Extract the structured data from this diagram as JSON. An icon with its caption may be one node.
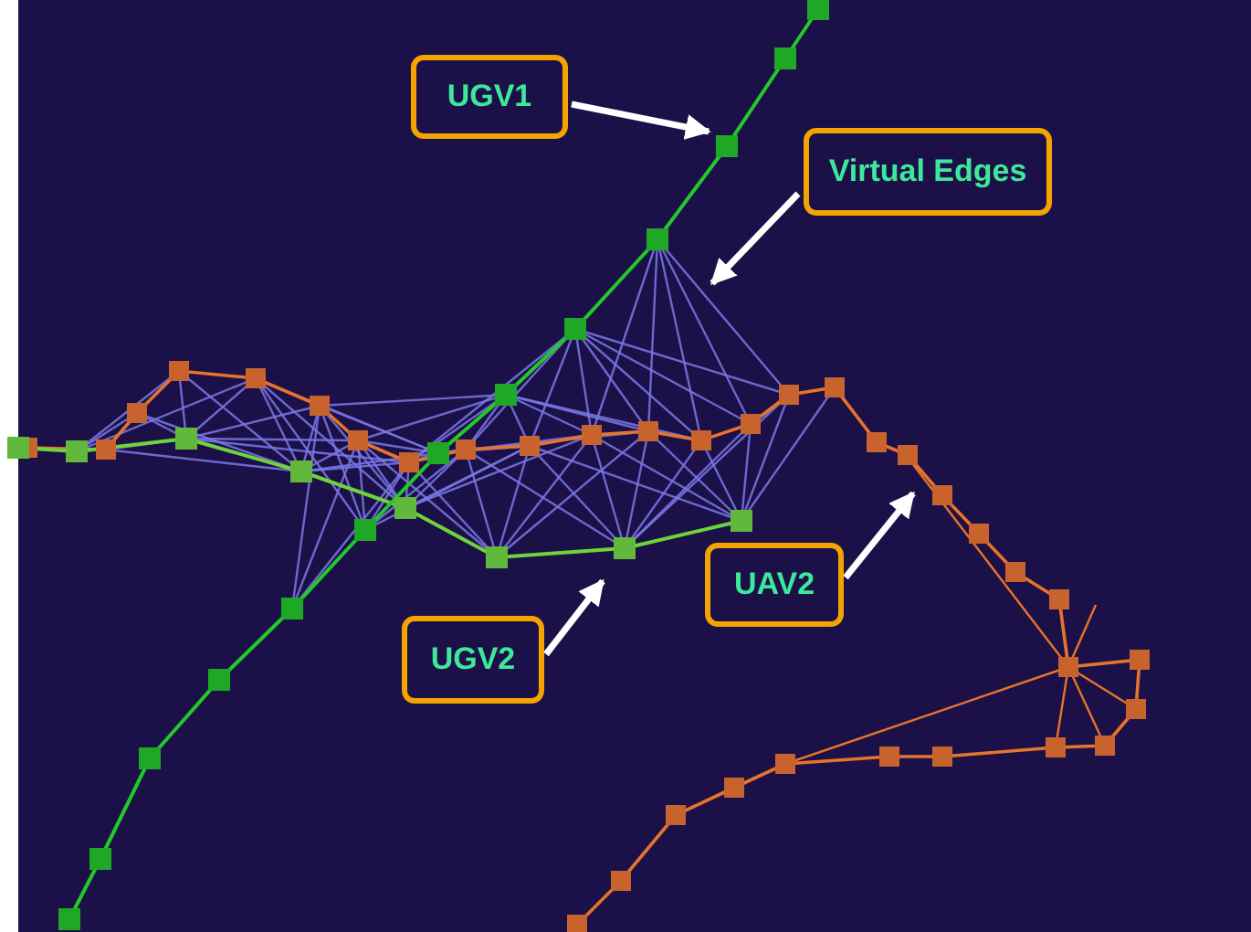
{
  "diagram": {
    "nodes": [
      {
        "text": [
          "UGV1"
        ]
      },
      {
        "text": [
          "Virtual Edges"
        ]
      },
      {
        "text": [
          "UGV2"
        ]
      },
      {
        "text": [
          "UAV2"
        ]
      }
    ],
    "edges": [
      {
        "from": 0,
        "to": null,
        "arrow": "to"
      },
      {
        "from": 1,
        "to": null,
        "arrow": "to"
      },
      {
        "from": 2,
        "to": null,
        "arrow": "to"
      },
      {
        "from": 3,
        "to": null,
        "arrow": "to"
      }
    ]
  }
}
